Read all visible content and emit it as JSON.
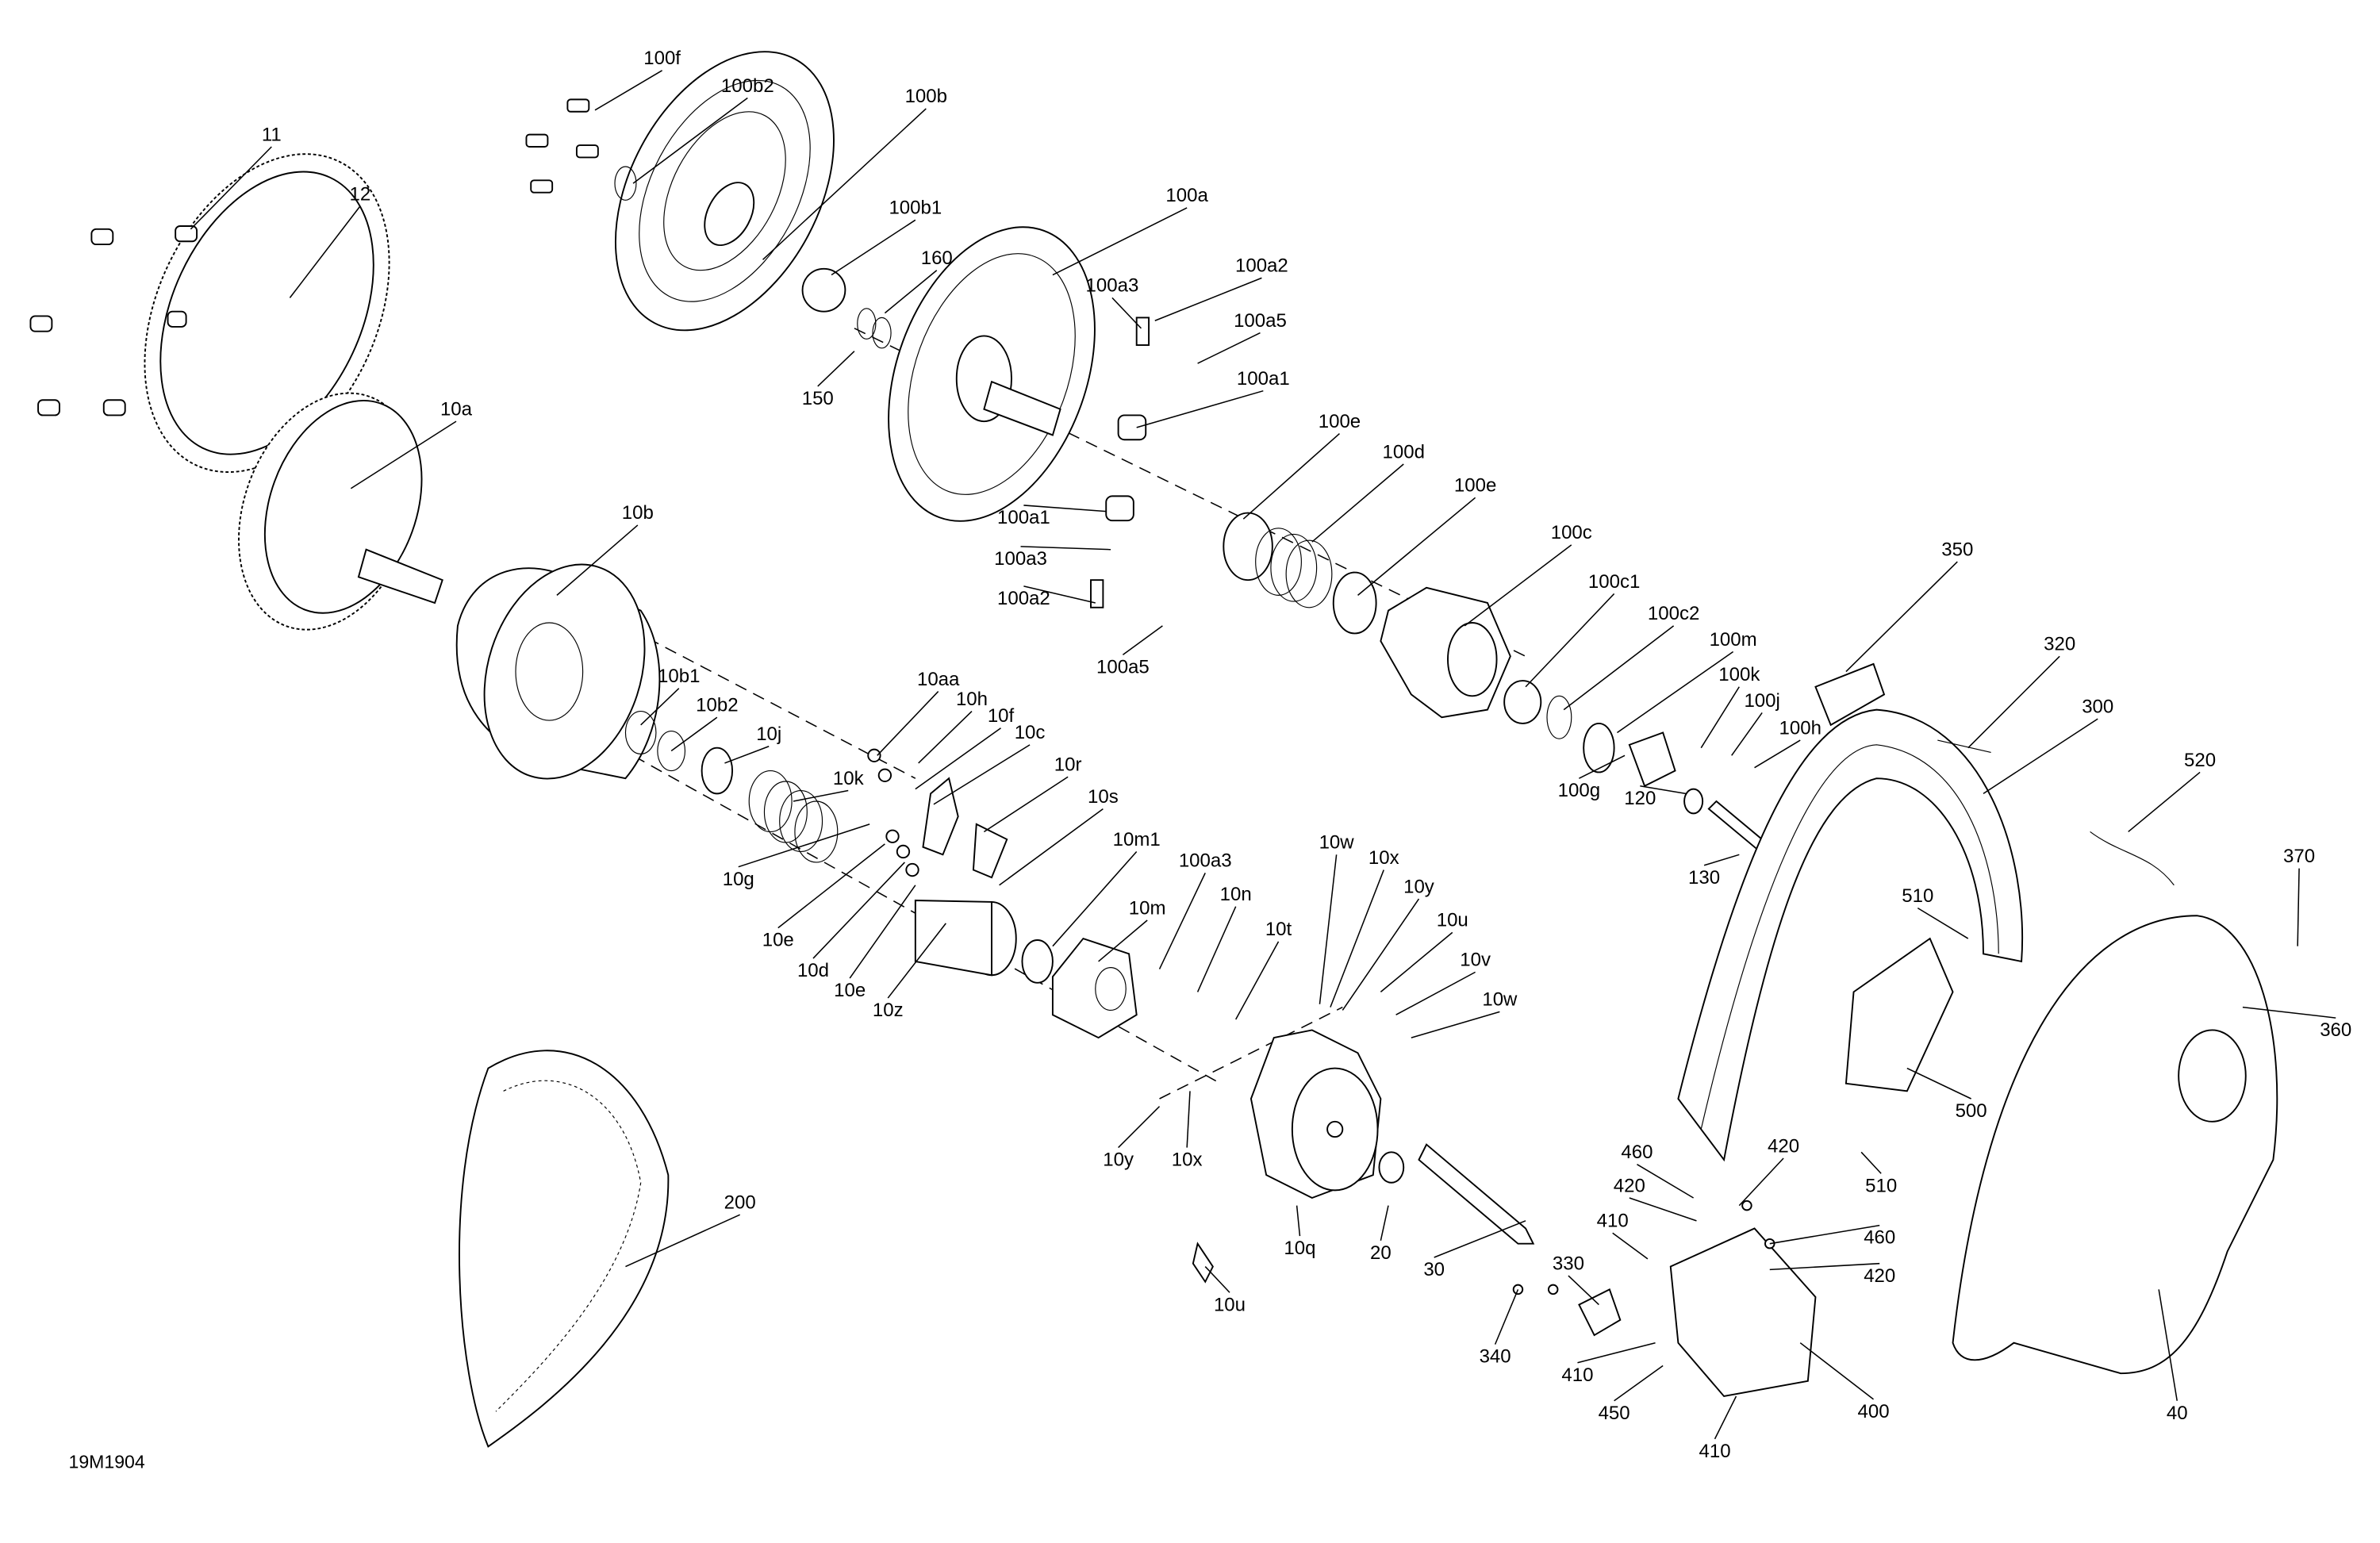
{
  "drawing_code": "19M1904",
  "callouts": [
    "100f",
    "100b2",
    "100b",
    "11",
    "12",
    "100b1",
    "160",
    "100a",
    "100a3",
    "100a2",
    "100a5",
    "100a1",
    "150",
    "10a",
    "100e",
    "100d",
    "100e",
    "100a1",
    "100a3",
    "100a2",
    "100a5",
    "10b",
    "100c",
    "100c1",
    "100c2",
    "100m",
    "100k",
    "100j",
    "100h",
    "350",
    "320",
    "300",
    "10b1",
    "10b2",
    "10j",
    "10aa",
    "10h",
    "10f",
    "10c",
    "10k",
    "10r",
    "10s",
    "10m1",
    "10g",
    "10e",
    "10d",
    "10e",
    "10z",
    "10m",
    "100a3",
    "10n",
    "10t",
    "10w",
    "10x",
    "10y",
    "10u",
    "10v",
    "10w",
    "100g",
    "120",
    "130",
    "520",
    "510",
    "370",
    "360",
    "500",
    "10y",
    "10x",
    "200",
    "10q",
    "20",
    "30",
    "10u",
    "460",
    "420",
    "420",
    "460",
    "410",
    "420",
    "510",
    "330",
    "340",
    "410",
    "450",
    "400",
    "410",
    "40"
  ]
}
